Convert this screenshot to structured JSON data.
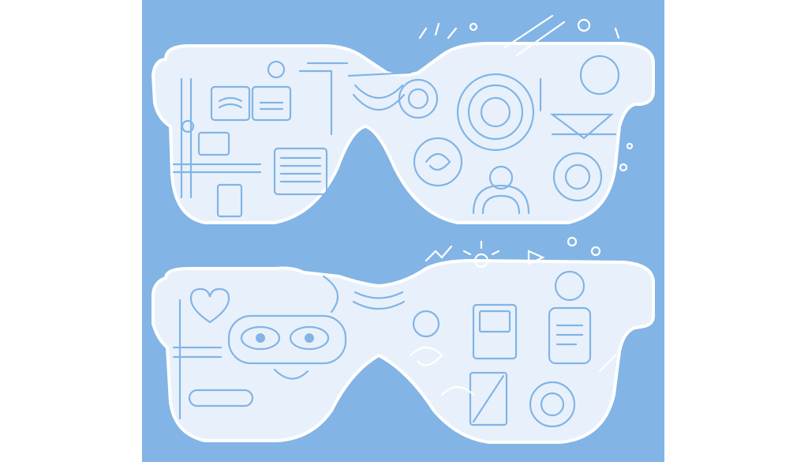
{
  "colors": {
    "canvas": "#ffffff",
    "panel": "#82b4e6",
    "line": "#ffffff",
    "fill_light": "#e8f1fb"
  },
  "figures": [
    {
      "name": "upper-glasses",
      "motifs": [
        "circuit-panels",
        "gear-circles",
        "eye-target"
      ]
    },
    {
      "name": "lower-glasses",
      "motifs": [
        "heart-icon",
        "eye-goggles",
        "display-screens",
        "target-circle"
      ]
    }
  ]
}
